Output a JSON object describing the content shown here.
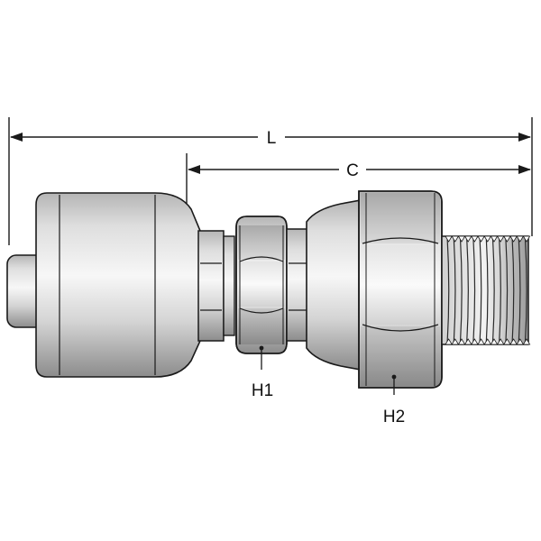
{
  "dimensions": {
    "overall_length_label": "L",
    "cutoff_length_label": "C"
  },
  "callouts": {
    "hex1_label": "H1",
    "hex2_label": "H2"
  },
  "colors": {
    "line": "#1a1a1a",
    "metal_light": "#eeeeee",
    "metal_mid": "#c9c9c9",
    "metal_dark": "#8f8f8f",
    "background": "#ffffff"
  }
}
